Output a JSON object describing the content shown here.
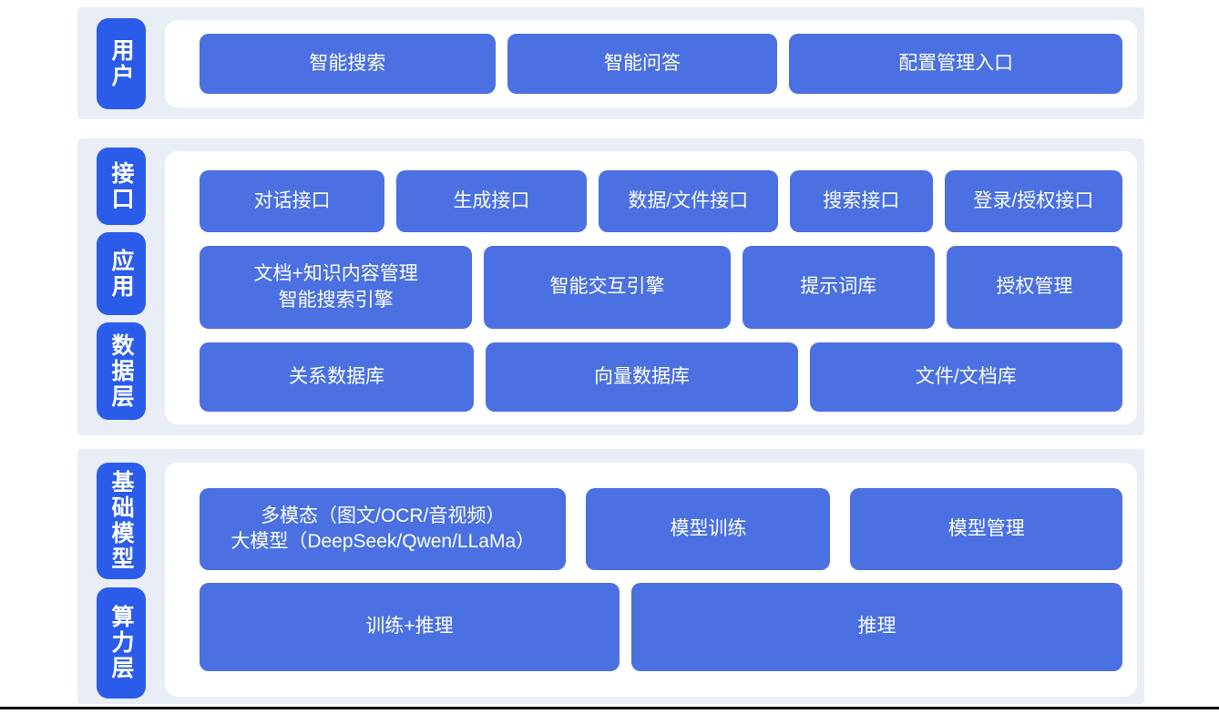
{
  "colors": {
    "band_background": "#e9eef6",
    "panel_background": "#ffffff",
    "layer_pill_blue": "#2a5ce9",
    "block_blue": "#4a70e1",
    "text_white": "#ffffff",
    "bottom_rule_black": "#0a0a0c"
  },
  "bands": [
    {
      "side_labels": [
        "用户"
      ],
      "rows": [
        [
          "智能搜索",
          "智能问答",
          "配置管理入口"
        ]
      ]
    },
    {
      "side_labels": [
        "接口",
        "应用",
        "数据层"
      ],
      "rows": [
        [
          "对话接口",
          "生成接口",
          "数据/文件接口",
          "搜索接口",
          "登录/授权接口"
        ],
        [
          "文档+知识内容管理\n智能搜索引擎",
          "智能交互引擎",
          "提示词库",
          "授权管理"
        ],
        [
          "关系数据库",
          "向量数据库",
          "文件/文档库"
        ]
      ]
    },
    {
      "side_labels": [
        "基础模型",
        "算力层"
      ],
      "rows": [
        [
          "多模态（图文/OCR/音视频）\n大模型（DeepSeek/Qwen/LLaMa）",
          "模型训练",
          "模型管理"
        ],
        [
          "训练+推理",
          "推理"
        ]
      ]
    }
  ]
}
